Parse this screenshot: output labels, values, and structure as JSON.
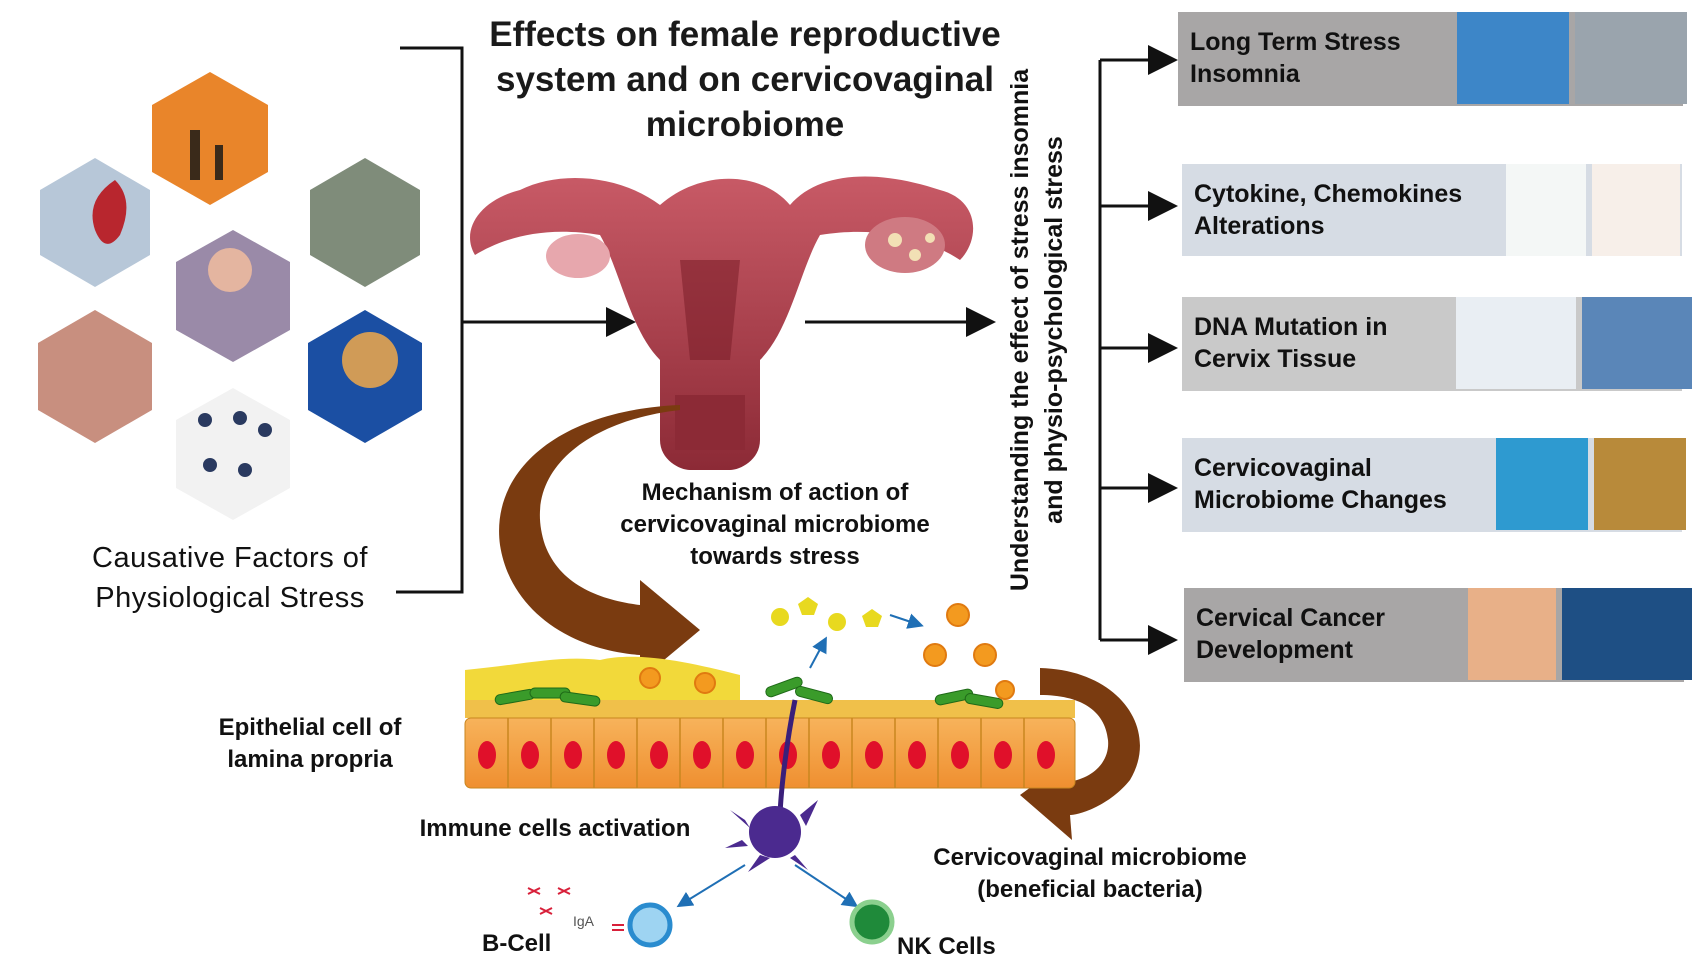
{
  "title": "Effects on female reproductive system and on cervicovaginal microbiome",
  "causative_label": "Causative Factors of Physiological Stress",
  "mechanism_label": "Mechanism of action of cervicovaginal microbiome towards stress",
  "vertical_label": "Understanding the effect of stress insomnia and physio-psychological stress",
  "epithelial_label": "Epithelial cell of lamina propria",
  "immune_label": "Immune cells activation",
  "microbiome_label": "Cervicovaginal microbiome (beneficial bacteria)",
  "bcell_label": "B-Cell",
  "iga_label": "IgA",
  "nkcell_label": "NK Cells",
  "effects": [
    {
      "label": "Long Term Stress Insomnia",
      "color": "#a8a6a6"
    },
    {
      "label": "Cytokine, Chemokines Alterations",
      "color": "#d6dce4"
    },
    {
      "label": "DNA Mutation in Cervix Tissue",
      "color": "#c9c9c9"
    },
    {
      "label": "Cervicovaginal Microbiome Changes",
      "color": "#d6dce4"
    },
    {
      "label": "Cervical Cancer Development",
      "color": "#a8a6a6"
    }
  ],
  "colors": {
    "arrow_brown": "#7a3b10",
    "uterus": "#b9434f",
    "epithelium": "#f5a54a",
    "nucleus": "#e0102a",
    "mucus": "#f2d93a",
    "bacteria": "#3a9b2a",
    "immune_cell": "#4b2a8f"
  }
}
